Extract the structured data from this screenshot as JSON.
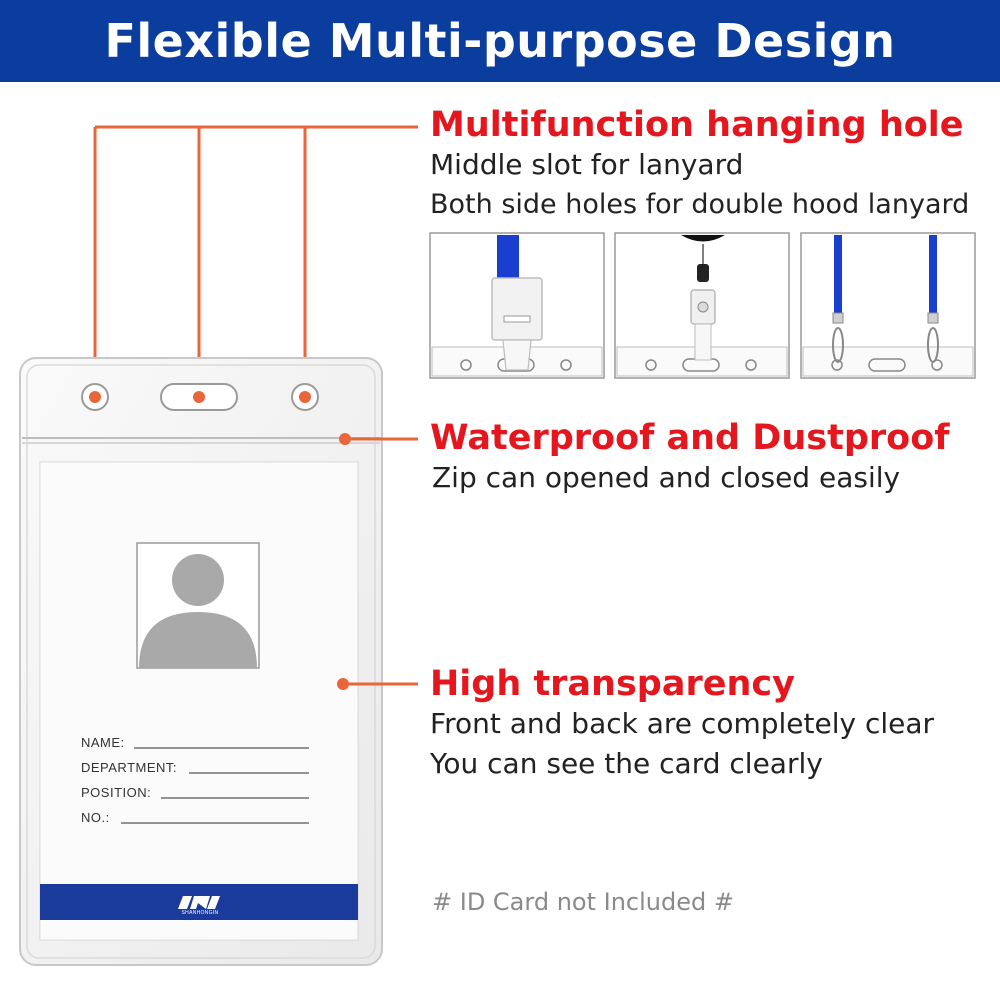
{
  "banner": {
    "title": "Flexible Multi-purpose Design"
  },
  "features": [
    {
      "title": "Multifunction hanging hole",
      "lines": [
        "Middle slot for lanyard",
        "Both side holes for double hood lanyard"
      ]
    },
    {
      "title": "Waterproof and Dustproof",
      "lines": [
        "Zip can opened and closed easily"
      ]
    },
    {
      "title": "High transparency",
      "lines": [
        "Front and back are completely clear",
        "You can see the card clearly"
      ]
    }
  ],
  "card": {
    "fields": [
      "NAME:",
      "DEPARTMENT:",
      "POSITION:",
      "NO.:"
    ],
    "brand_mark": "SHANHONGIN"
  },
  "footnote": "# ID Card not Included #",
  "colors": {
    "banner": "#0a3d9e",
    "title_red": "#e3171d",
    "callout_orange": "#e8663a",
    "lanyard_blue": "#1a3fcf",
    "card_stripe": "#1a3a9c"
  },
  "icons": [
    "person-silhouette-icon",
    "brand-logo-icon"
  ]
}
